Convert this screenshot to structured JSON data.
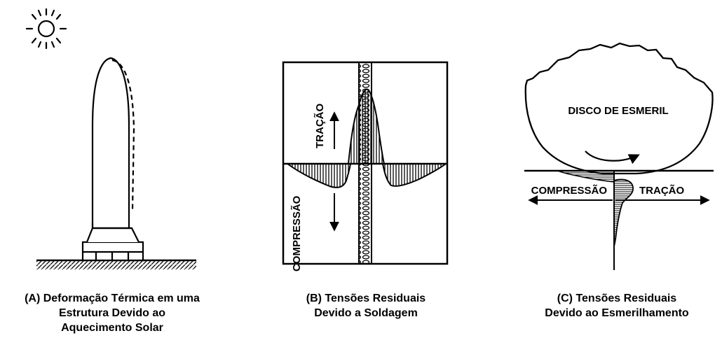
{
  "panel_a": {
    "caption_line1": "(A) Deformação Térmica em uma",
    "caption_line2": "Estrutura Devido ao",
    "caption_line3": "Aquecimento Solar",
    "sun_icon": "sun-icon"
  },
  "panel_b": {
    "label_tension": "TRAÇÃO",
    "label_compression": "COMPRESSÃO",
    "caption_line1": "(B) Tensões Residuais",
    "caption_line2": "Devido a Soldagem"
  },
  "panel_c": {
    "label_wheel": "DISCO DE ESMERIL",
    "label_compression": "COMPRESSÃO",
    "label_tension": "TRAÇÃO",
    "caption_line1": "(C) Tensões Residuais",
    "caption_line2": "Devido ao Esmerilhamento"
  }
}
